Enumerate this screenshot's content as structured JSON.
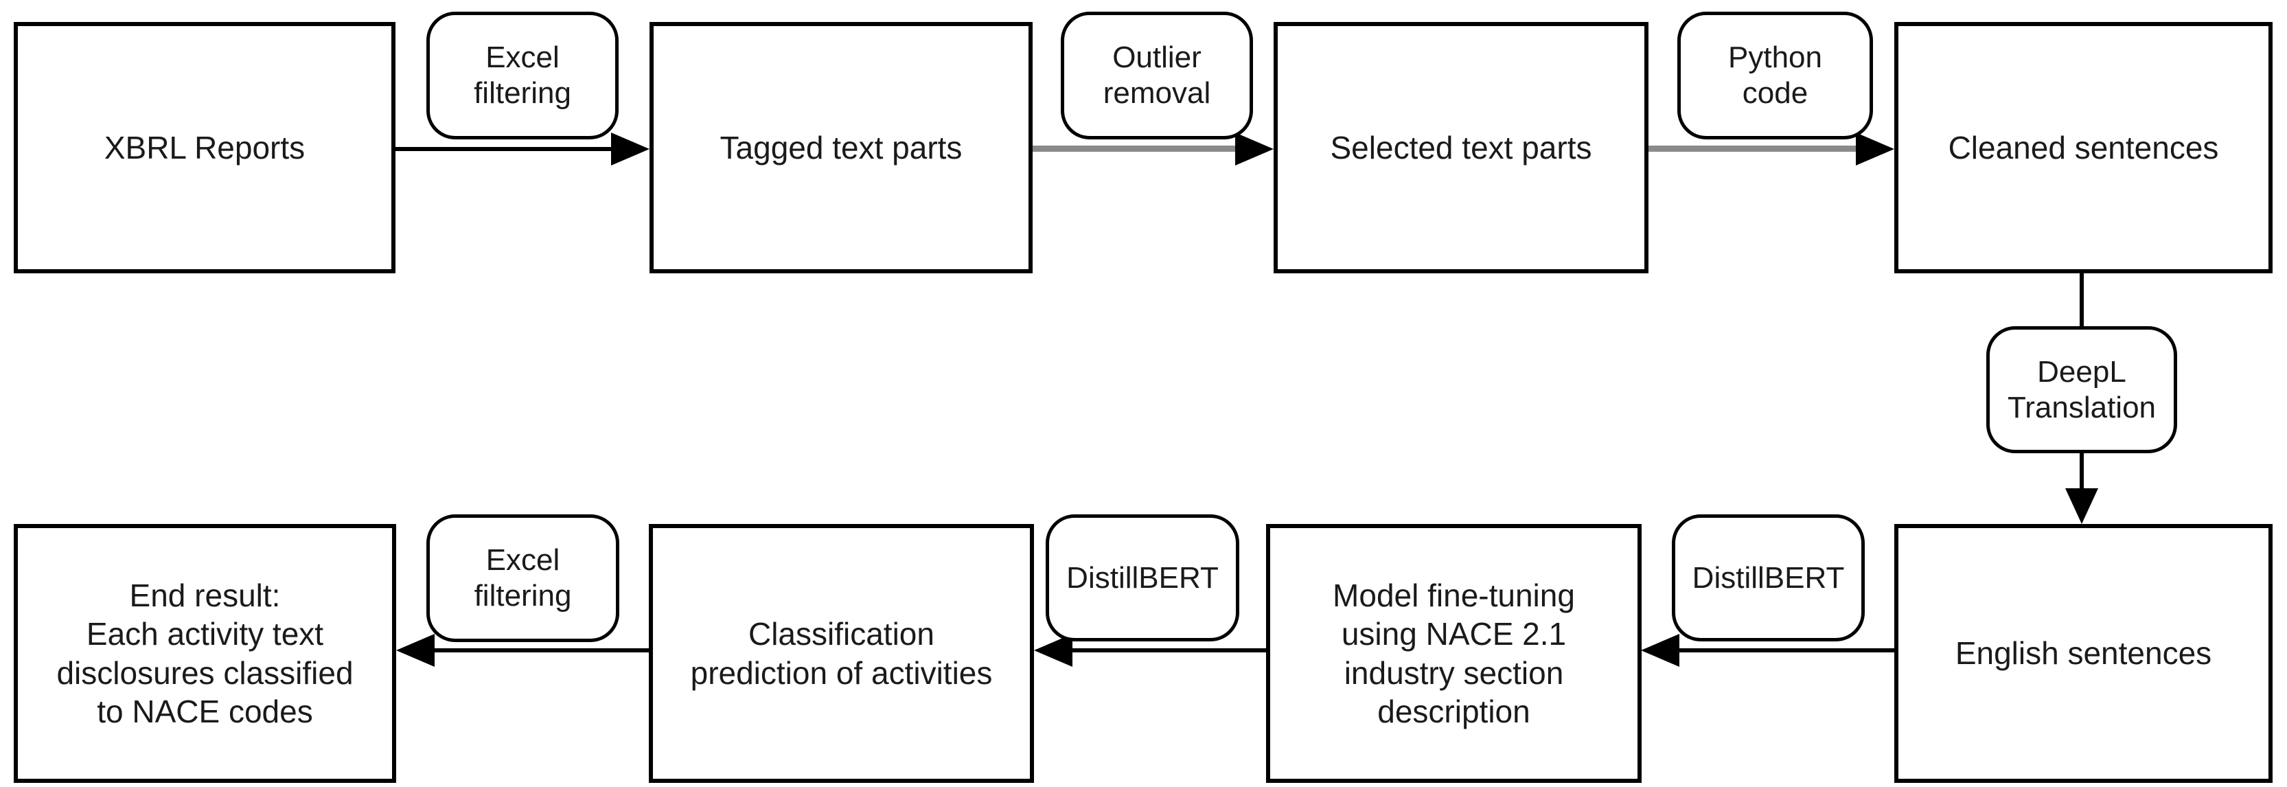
{
  "colors": {
    "background": "#ffffff",
    "node_border": "#000000",
    "text": "#1a1a1a",
    "black_arrow": "#000000",
    "gray_arrow": "#8a8a8a"
  },
  "nodes": {
    "xbrl": {
      "label": "XBRL Reports"
    },
    "tagged": {
      "label": "Tagged text parts"
    },
    "selected": {
      "label": "Selected text parts"
    },
    "cleaned": {
      "label": "Cleaned sentences"
    },
    "english": {
      "label": "English sentences"
    },
    "model": {
      "label": "Model fine-tuning\nusing NACE 2.1\nindustry section\ndescription"
    },
    "classification": {
      "label": "Classification\nprediction of activities"
    },
    "end_result": {
      "label": "End result:\nEach activity text\ndisclosures classified\nto NACE codes"
    }
  },
  "edge_labels": {
    "excel_filtering_top": "Excel\nfiltering",
    "outlier_removal": "Outlier\nremoval",
    "python_code": "Python\ncode",
    "deepl_translation": "DeepL\nTranslation",
    "distillbert_model": "DistillBERT",
    "distillbert_classification": "DistillBERT",
    "excel_filtering_bottom": "Excel\nfiltering"
  },
  "edges": [
    {
      "from": "XBRL Reports",
      "to": "Tagged text parts",
      "label": "Excel filtering",
      "direction": "right",
      "line_color": "#000000"
    },
    {
      "from": "Tagged text parts",
      "to": "Selected text parts",
      "label": "Outlier removal",
      "direction": "right",
      "line_color": "#8a8a8a"
    },
    {
      "from": "Selected text parts",
      "to": "Cleaned sentences",
      "label": "Python code",
      "direction": "right",
      "line_color": "#8a8a8a"
    },
    {
      "from": "Cleaned sentences",
      "to": "English sentences",
      "label": "DeepL Translation",
      "direction": "down",
      "line_color": "#000000"
    },
    {
      "from": "English sentences",
      "to": "Model fine-tuning using NACE 2.1 industry section description",
      "label": "DistillBERT",
      "direction": "left",
      "line_color": "#000000"
    },
    {
      "from": "Model fine-tuning using NACE 2.1 industry section description",
      "to": "Classification prediction of activities",
      "label": "DistillBERT",
      "direction": "left",
      "line_color": "#000000"
    },
    {
      "from": "Classification prediction of activities",
      "to": "End result: Each activity text disclosures classified to NACE codes",
      "label": "Excel filtering",
      "direction": "left",
      "line_color": "#000000"
    }
  ]
}
